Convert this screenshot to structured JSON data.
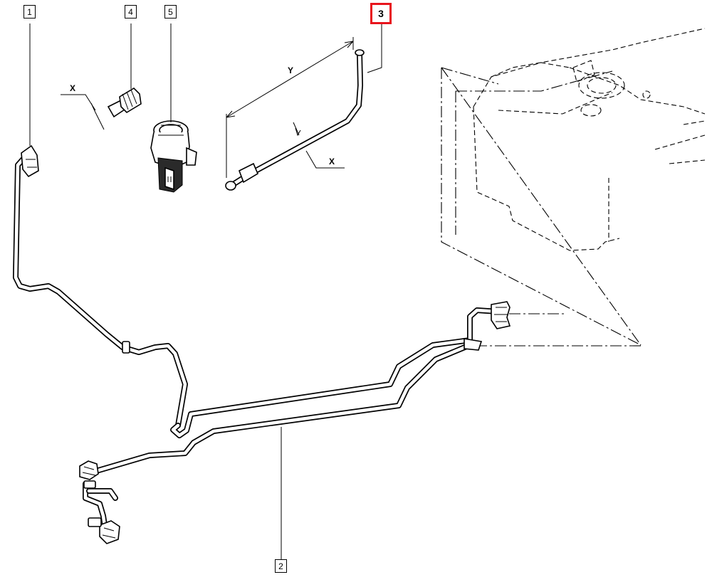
{
  "diagram": {
    "callouts": [
      {
        "id": "1",
        "label": "1",
        "selected": false
      },
      {
        "id": "2",
        "label": "2",
        "selected": false
      },
      {
        "id": "3",
        "label": "3",
        "selected": true
      },
      {
        "id": "4",
        "label": "4",
        "selected": false
      },
      {
        "id": "5",
        "label": "5",
        "selected": false
      }
    ],
    "dimension_labels": {
      "x_part4": "X",
      "y_part3": "Y",
      "x_part3": "X"
    },
    "colors": {
      "line": "#000000",
      "background": "#ffffff",
      "selected_callout_border": "#e8141c"
    }
  }
}
